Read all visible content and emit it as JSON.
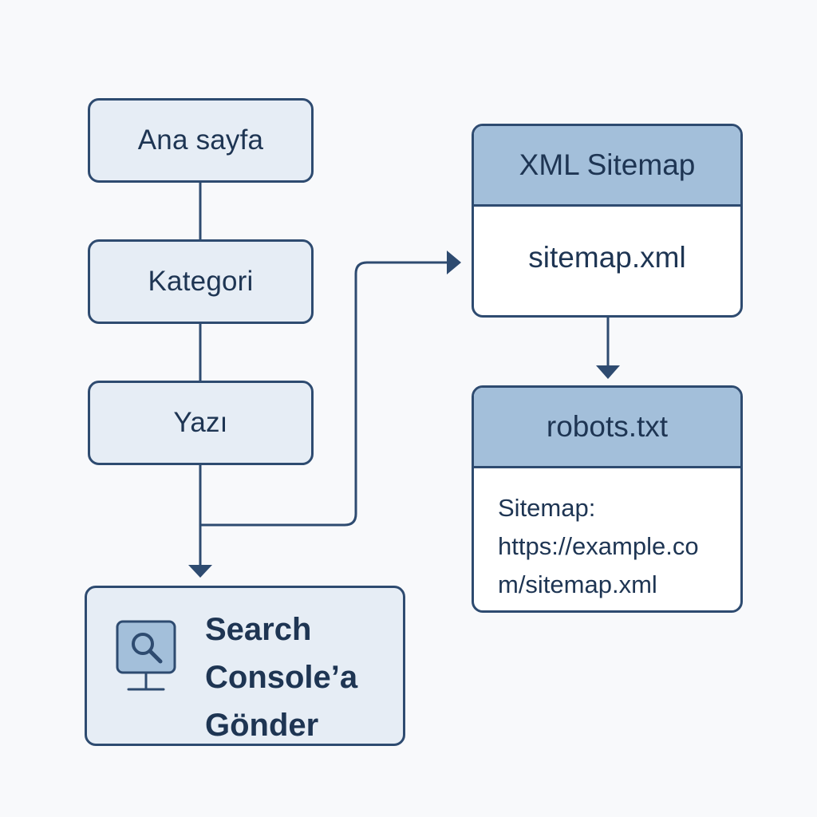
{
  "nodes": {
    "home": {
      "label": "Ana sayfa"
    },
    "category": {
      "label": "Kategori"
    },
    "post": {
      "label": "Yazı"
    },
    "sitemap": {
      "title": "XML Sitemap",
      "content": "sitemap.xml"
    },
    "robots": {
      "title": "robots.txt",
      "lines": [
        "Sitemap:",
        "https://example.co",
        "m/sitemap.xml"
      ]
    },
    "search_console": {
      "lines": [
        "Search",
        "Console’a",
        "Gönder"
      ],
      "icon": "monitor-search-icon"
    }
  },
  "colors": {
    "background": "#f8f9fb",
    "stroke": "#2e4b70",
    "node_fill": "#e6edf5",
    "header_fill": "#a3bfda",
    "text": "#1e3553"
  }
}
